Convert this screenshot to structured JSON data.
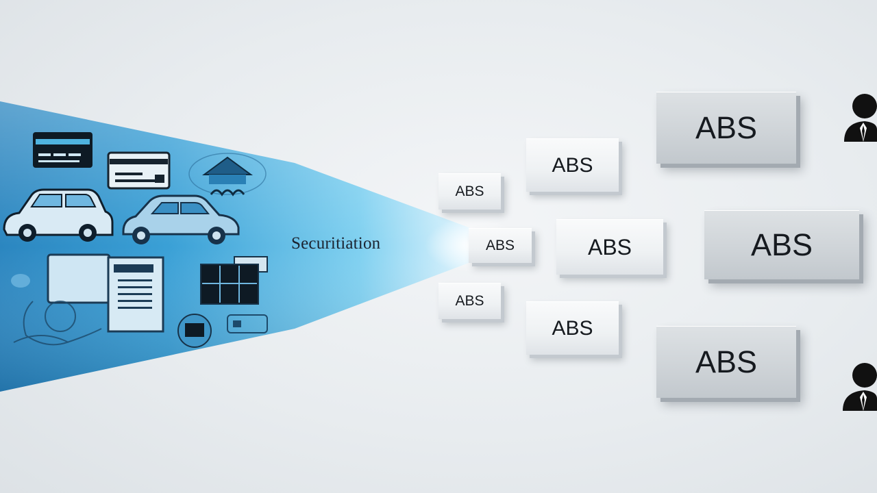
{
  "diagram": {
    "center_label": "Securitiation",
    "boxes": [
      {
        "id": "s1",
        "text": "ABS"
      },
      {
        "id": "s2",
        "text": "ABS"
      },
      {
        "id": "s3",
        "text": "ABS"
      },
      {
        "id": "m1",
        "text": "ABS"
      },
      {
        "id": "m2",
        "text": "ABS"
      },
      {
        "id": "m3",
        "text": "ABS"
      },
      {
        "id": "l1",
        "text": "ABS"
      },
      {
        "id": "l2",
        "text": "ABS"
      },
      {
        "id": "l3",
        "text": "ABS"
      }
    ],
    "icons": [
      "credit-card-icon",
      "credit-card-icon",
      "house-icon",
      "car-icon",
      "car-icon",
      "document-icon",
      "calculator-icon",
      "person-icon",
      "chip-card-icon"
    ],
    "colors": {
      "funnel_light": "#bfe7f7",
      "funnel_mid": "#4fb3df",
      "funnel_dark": "#1f6fa8",
      "box_face": "#eef1f3",
      "investor": "#111111"
    }
  }
}
